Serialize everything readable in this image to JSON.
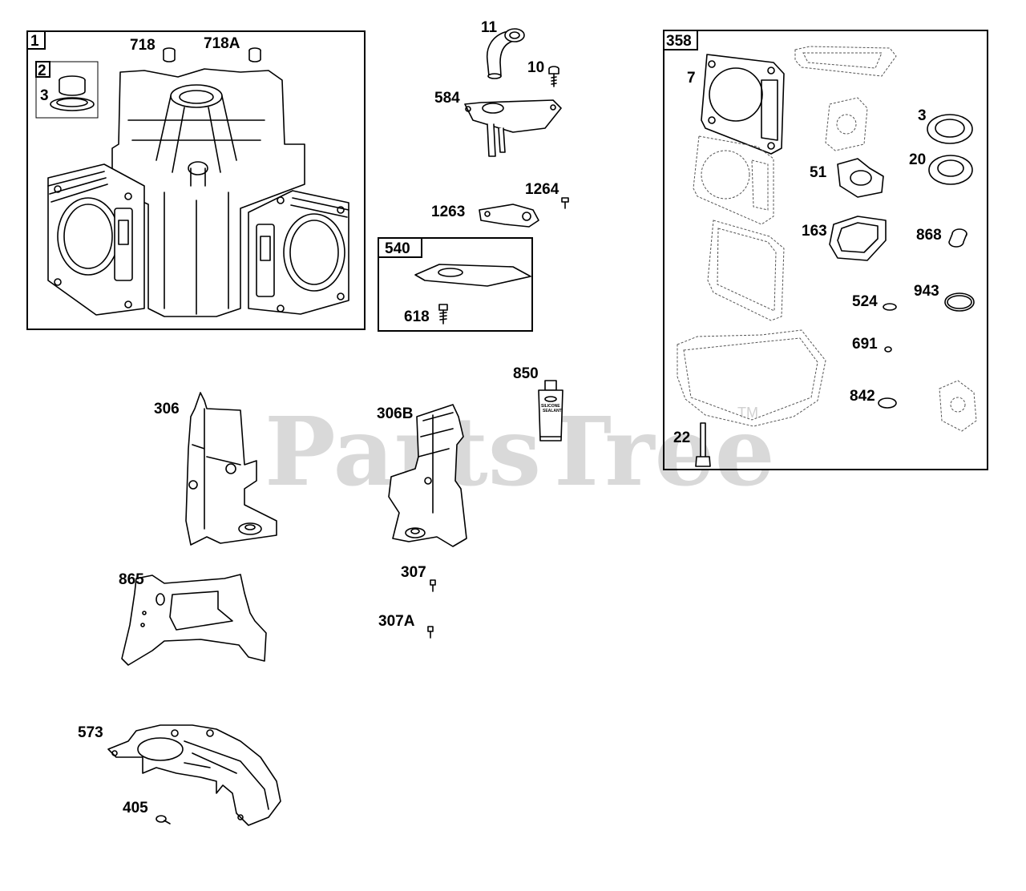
{
  "watermark": {
    "text": "PartsTree",
    "trademark": "TM"
  },
  "groups": {
    "cylinder": {
      "number": "1"
    },
    "breather": {
      "number": "540"
    },
    "gasket_set": {
      "number": "358"
    },
    "bearing_kit": {
      "number": "2"
    }
  },
  "tube_text": {
    "line1": "SILICONE",
    "line2": "SEALANT"
  },
  "labels": {
    "p718": "718",
    "p718a": "718A",
    "p3a": "3",
    "p11": "11",
    "p10": "10",
    "p584": "584",
    "p1264": "1264",
    "p1263": "1263",
    "p618": "618",
    "p850": "850",
    "p7": "7",
    "p3b": "3",
    "p20": "20",
    "p51": "51",
    "p163": "163",
    "p868": "868",
    "p524": "524",
    "p943": "943",
    "p691": "691",
    "p842": "842",
    "p22": "22",
    "p306": "306",
    "p306b": "306B",
    "p307": "307",
    "p307a": "307A",
    "p865": "865",
    "p573": "573",
    "p405": "405"
  }
}
